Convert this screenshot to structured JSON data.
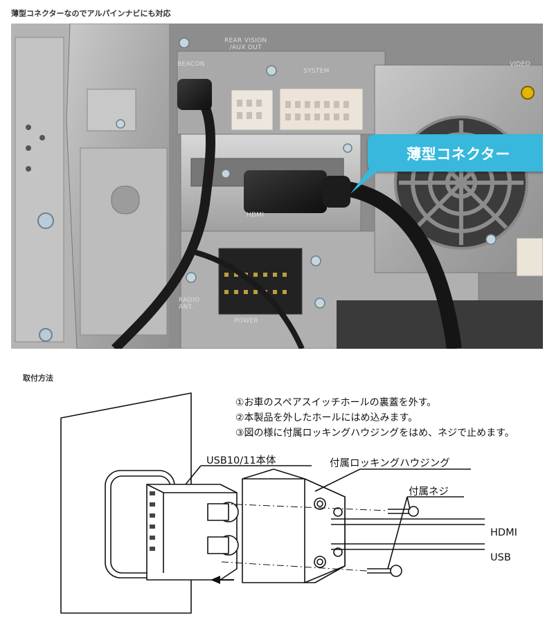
{
  "header": {
    "title": "薄型コネクターなのでアルパインナビにも対応"
  },
  "photo": {
    "callout": "薄型コネクター",
    "panel_labels": {
      "beacon": "BEACON",
      "rear_vision": "REAR VISION\n/AUX OUT",
      "system": "SYSTEM",
      "video": "VIDEO",
      "hdmi": "HDMI",
      "radio_ant": "RADIO\nANT.",
      "power": "POWER"
    }
  },
  "section": {
    "title": "取付方法"
  },
  "instructions": [
    "①お車のスペアスイッチホールの裏蓋を外す。",
    "②本製品を外したホールにはめ込みます。",
    "③図の様に付属ロッキングハウジングをはめ、ネジで止めます。"
  ],
  "diagram": {
    "labels": {
      "body": "USB10/11本体",
      "housing": "付属ロッキングハウジング",
      "screw": "付属ネジ",
      "hdmi": "HDMI",
      "usb": "USB"
    }
  }
}
